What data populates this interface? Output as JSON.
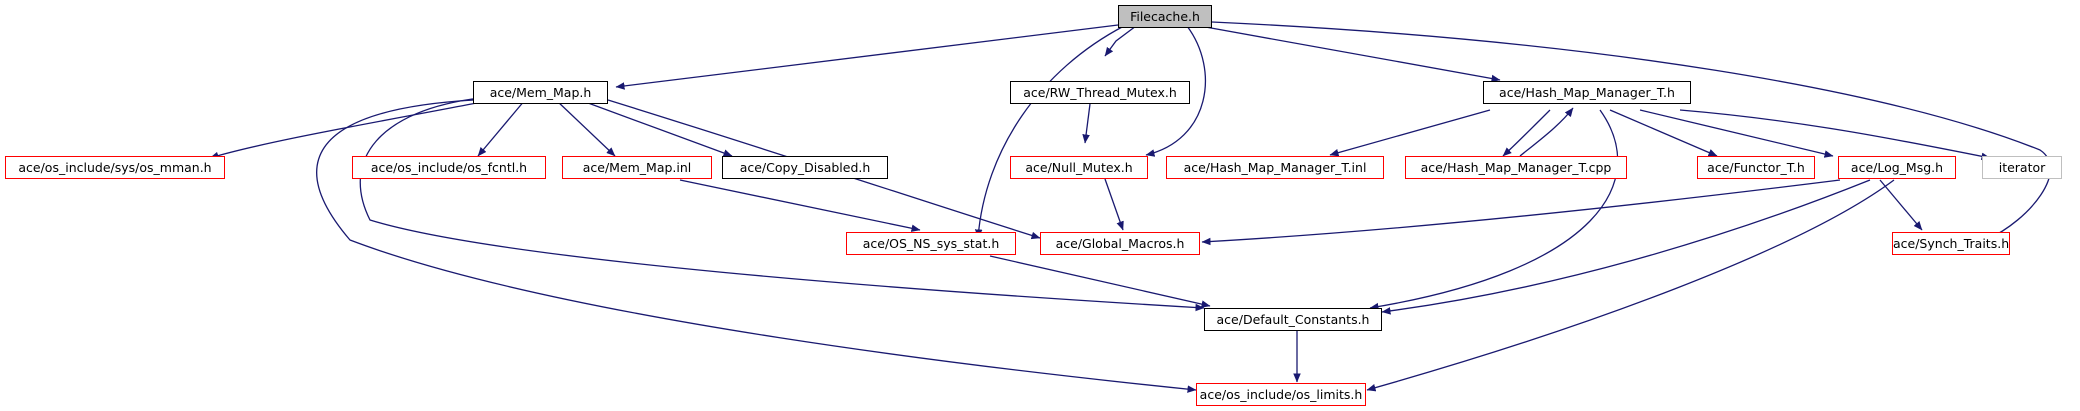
{
  "diagram": {
    "nodes": {
      "filecache": "Filecache.h",
      "mem_map": "ace/Mem_Map.h",
      "rw_thread_mutex": "ace/RW_Thread_Mutex.h",
      "hash_map_manager_t": "ace/Hash_Map_Manager_T.h",
      "os_mman": "ace/os_include/sys/os_mman.h",
      "os_fcntl": "ace/os_include/os_fcntl.h",
      "mem_map_inl": "ace/Mem_Map.inl",
      "copy_disabled": "ace/Copy_Disabled.h",
      "null_mutex": "ace/Null_Mutex.h",
      "hash_map_manager_t_inl": "ace/Hash_Map_Manager_T.inl",
      "hash_map_manager_t_cpp": "ace/Hash_Map_Manager_T.cpp",
      "functor_t": "ace/Functor_T.h",
      "log_msg": "ace/Log_Msg.h",
      "iterator": "iterator",
      "os_ns_sys_stat": "ace/OS_NS_sys_stat.h",
      "global_macros": "ace/Global_Macros.h",
      "synch_traits": "ace/Synch_Traits.h",
      "default_constants": "ace/Default_Constants.h",
      "os_limits": "ace/os_include/os_limits.h"
    },
    "edge_color": "#191970",
    "documented_border_color": "#000000",
    "undocumented_border_color": "#ff0000",
    "root_fill_color": "#bfbfbf",
    "external_border_color": "#bfbfbf"
  }
}
